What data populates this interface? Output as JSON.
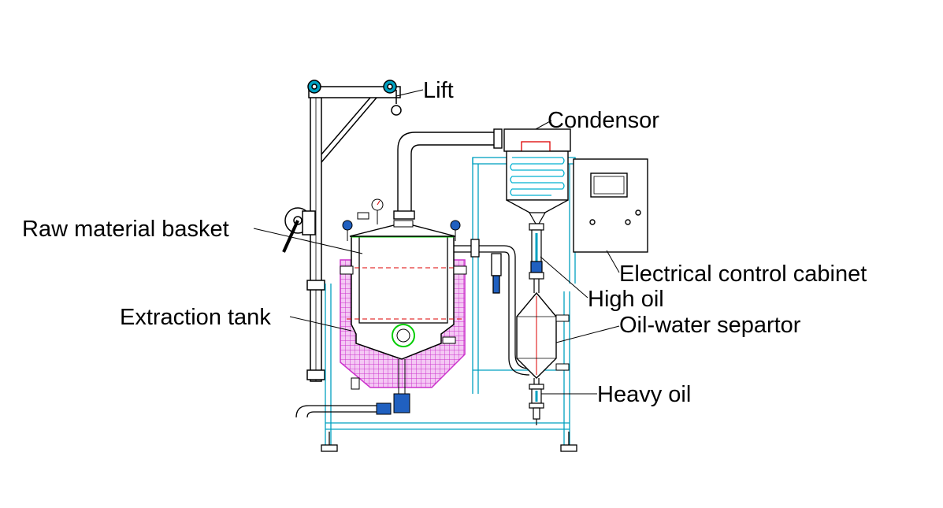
{
  "labels": {
    "lift": "Lift",
    "condensor": "Condensor",
    "raw_material_basket": "Raw material basket",
    "electrical_control_cabinet": "Electrical control cabinet",
    "high_oil": "High oil",
    "extraction_tank": "Extraction tank",
    "oil_water_separator": "Oil-water separtor",
    "heavy_oil": "Heavy oil"
  },
  "colors": {
    "outline": "#000000",
    "frame": "#00a0c0",
    "jacket": "#cc33cc",
    "basket_rim": "#00cc00",
    "dashed": "#dd0000",
    "valve": "#2060c0",
    "coil": "#00b0d0"
  }
}
